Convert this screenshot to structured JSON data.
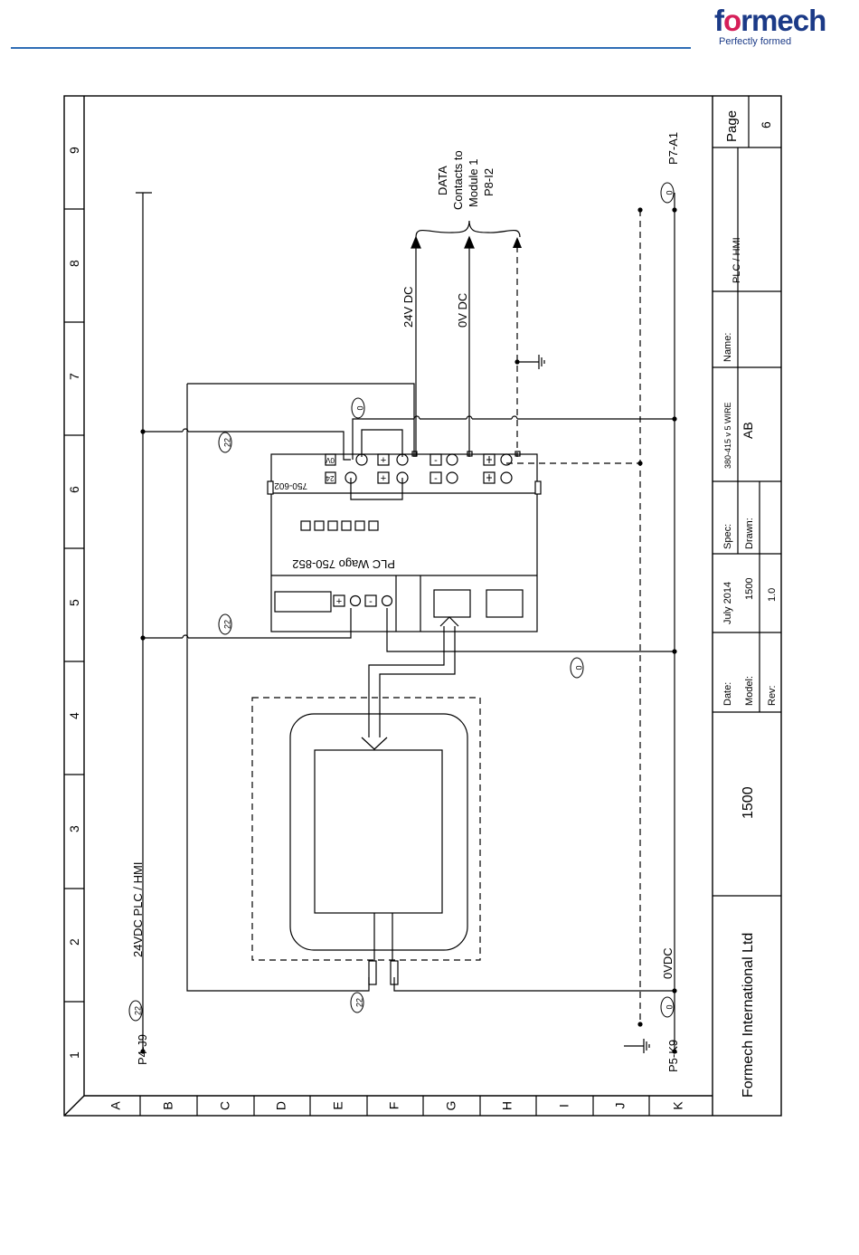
{
  "header": {
    "logo_text": "formech",
    "logo_tagline": "Perfectly formed",
    "brand_color": "#1b3a87",
    "accent_color": "#d61f59",
    "rule_color": "#2f6db5"
  },
  "grid": {
    "columns": [
      "1",
      "2",
      "3",
      "4",
      "5",
      "6",
      "7",
      "8",
      "9"
    ],
    "rows": [
      "A",
      "B",
      "C",
      "D",
      "E",
      "F",
      "G",
      "H",
      "I",
      "J",
      "K"
    ]
  },
  "diagram": {
    "supply_line_label": "24VDC PLC / HMI",
    "zero_line_label": "0VDC",
    "ref_supply": "P4-J9",
    "ref_zero": "P5-K9",
    "ref_out": "P7-A1",
    "wire_22": "22",
    "wire_0": "0",
    "plc_title": "PLC Wago 750-852",
    "module_label": "750-602",
    "label_24": "24",
    "label_0v": "0V",
    "plus": "+",
    "minus": "-",
    "out_24": "24V DC",
    "out_0": "0V DC",
    "data_1": "DATA",
    "data_2": "Contacts to",
    "data_3": "Module 1",
    "data_4": "P8-I2"
  },
  "title_block": {
    "company": "Formech International Ltd",
    "model_big": "1500",
    "date_label": "Date:",
    "date_value": "July 2014",
    "model_label": "Model:",
    "model_value": "1500",
    "rev_label": "Rev:",
    "rev_value": "1.0",
    "spec_label": "Spec:",
    "spec_value": "380-415 v 5 WIRE",
    "drawn_label": "Drawn:",
    "drawn_value": "AB",
    "name_label": "Name:",
    "name_value": "PLC / HMI",
    "page_label": "Page",
    "page_value": "6"
  }
}
